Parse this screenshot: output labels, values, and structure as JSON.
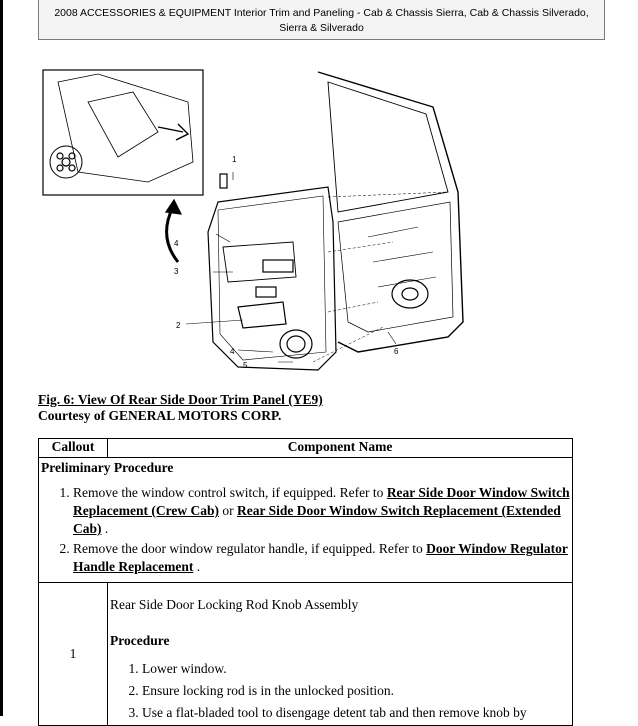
{
  "header": {
    "line1": "2008 ACCESSORIES & EQUIPMENT Interior Trim and Paneling - Cab & Chassis Sierra, Cab & Chassis Silverado,",
    "line2": "Sierra & Silverado"
  },
  "figure": {
    "callouts": [
      "1",
      "2",
      "3",
      "4",
      "4",
      "5",
      "6"
    ],
    "caption": "Fig. 6: View Of Rear Side Door Trim Panel (YE9)",
    "credit": "Courtesy of GENERAL MOTORS CORP."
  },
  "table": {
    "headers": {
      "callout": "Callout",
      "component": "Component Name"
    },
    "preliminary": {
      "label": "Preliminary Procedure",
      "step1": {
        "text1": "Remove the window control switch, if equipped. Refer to ",
        "link1": "Rear Side Door Window Switch Replacement (Crew Cab)",
        "text2": " or ",
        "link2": "Rear Side Door Window Switch Replacement (Extended Cab)",
        "text3": " ."
      },
      "step2": {
        "text1": "Remove the door window regulator handle, if equipped. Refer to ",
        "link1": "Door Window Regulator Handle Replacement",
        "text2": " ."
      }
    },
    "row1": {
      "callout": "1",
      "title": "Rear Side Door Locking Rod Knob Assembly",
      "procedure_label": "Procedure",
      "steps": [
        "Lower window.",
        "Ensure locking rod is in the unlocked position.",
        "Use a flat-bladed tool to disengage detent tab and then remove knob by"
      ]
    }
  }
}
